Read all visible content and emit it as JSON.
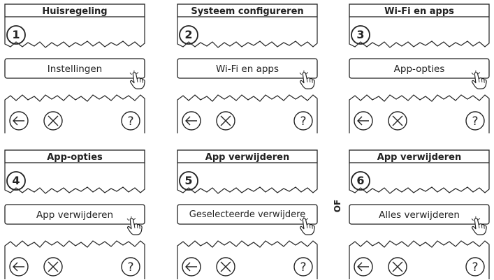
{
  "panels": [
    {
      "title": "Huisregeling",
      "step": "1",
      "button": "Instellingen"
    },
    {
      "title": "Systeem configureren",
      "step": "2",
      "button": "Wi-Fi en apps"
    },
    {
      "title": "Wi-Fi en apps",
      "step": "3",
      "button": "App-opties"
    },
    {
      "title": "App-opties",
      "step": "4",
      "button": "App verwijderen"
    },
    {
      "title": "App verwijderen",
      "step": "5",
      "button": "Geselecteerde verwijdere"
    },
    {
      "title": "App verwijderen",
      "step": "6",
      "button": "Alles verwijderen"
    }
  ],
  "or_label": "OF",
  "icons": {
    "back": "back-arrow-icon",
    "cancel": "cancel-x-icon",
    "help": "help-question-icon",
    "pointer": "pointing-hand-icon"
  },
  "help_glyph": "?"
}
